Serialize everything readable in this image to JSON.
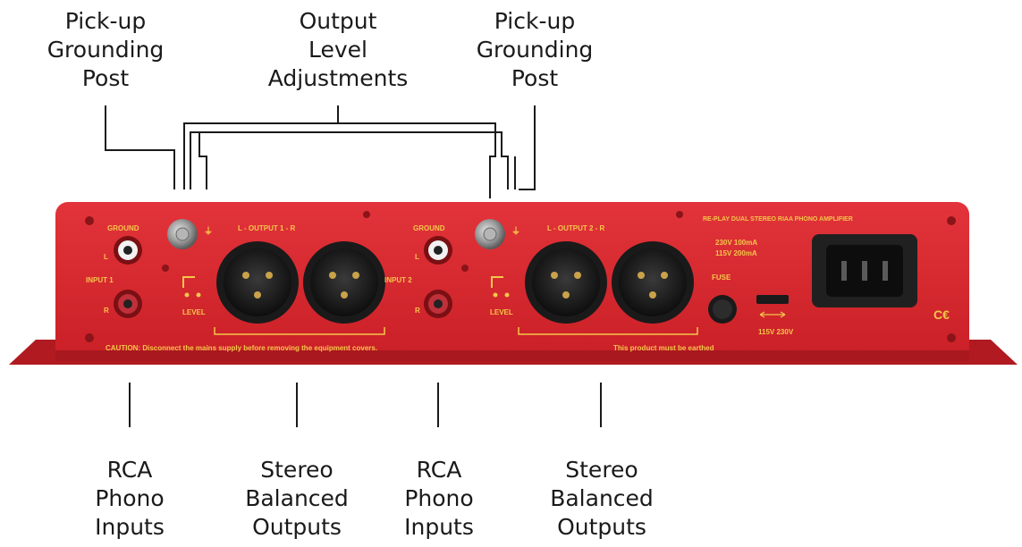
{
  "colors": {
    "panel": "#d8262c",
    "panel_dark": "#8a1418",
    "panel_label": "#f4c64a",
    "leader": "#1a1a1a"
  },
  "callouts": {
    "pickup_left": {
      "lines": [
        "Pick-up",
        "Grounding",
        "Post"
      ]
    },
    "output_level": {
      "lines": [
        "Output",
        "Level",
        "Adjustments"
      ]
    },
    "pickup_right": {
      "lines": [
        "Pick-up",
        "Grounding",
        "Post"
      ]
    },
    "rca_left": {
      "lines": [
        "RCA",
        "Phono",
        "Inputs"
      ]
    },
    "stereo_left": {
      "lines": [
        "Stereo",
        "Balanced",
        "Outputs"
      ]
    },
    "rca_right": {
      "lines": [
        "RCA",
        "Phono",
        "Inputs"
      ]
    },
    "stereo_right": {
      "lines": [
        "Stereo",
        "Balanced",
        "Outputs"
      ]
    }
  },
  "panel": {
    "ground_left": "GROUND",
    "ground_right": "GROUND",
    "output_left": "L - OUTPUT 1 - R",
    "output_right": "L - OUTPUT 2 - R",
    "input_left": "INPUT 1",
    "input_right": "INPUT 2",
    "level_left": "LEVEL",
    "level_right": "LEVEL",
    "model": "RE-PLAY DUAL STEREO RIAA PHONO AMPLIFIER",
    "power_spec_1": "230V  100mA",
    "power_spec_2": "115V  200mA",
    "fuse": "FUSE",
    "voltage_select": "115V  230V",
    "caution": "CAUTION: Disconnect the mains supply before removing the equipment covers.",
    "earthed": "This product must be earthed"
  }
}
